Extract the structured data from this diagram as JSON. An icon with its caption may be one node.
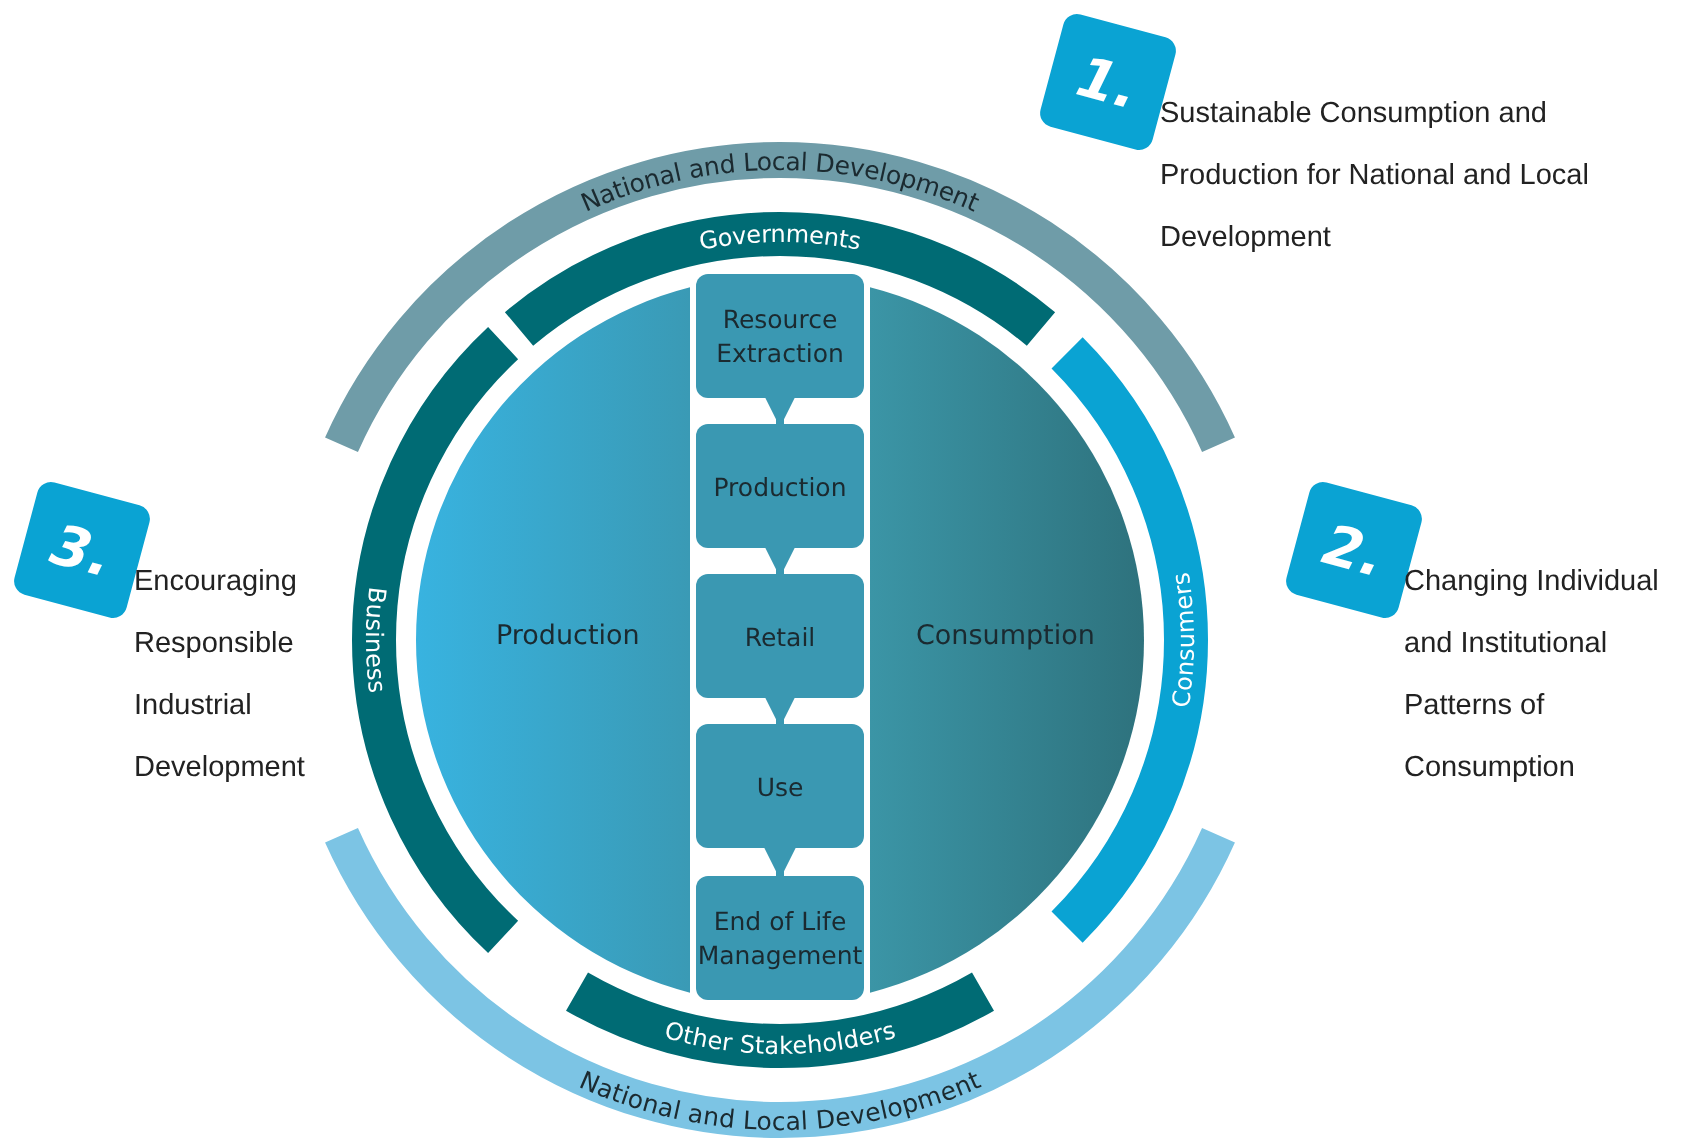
{
  "diagram": {
    "nodes": [
      {
        "text": [
          "1.",
          "Sustainable Consumption and Production for National and Local Development"
        ]
      },
      {
        "text": [
          "National and Local Development"
        ]
      },
      {
        "text": [
          "Governments"
        ]
      },
      {
        "text": [
          "Resource Extraction"
        ]
      },
      {
        "text": [
          "Production"
        ]
      },
      {
        "text": [
          "Production"
        ]
      },
      {
        "text": [
          "Retail"
        ]
      },
      {
        "text": [
          "Consumption"
        ]
      },
      {
        "text": [
          "3.",
          "Encouraging Responsible Industrial Development"
        ]
      },
      {
        "text": [
          "2.",
          "Changing Individual and Institutional Patterns of Consumption"
        ]
      },
      {
        "text": [
          "Business"
        ]
      },
      {
        "text": [
          "Consumers"
        ]
      },
      {
        "text": [
          "Use"
        ]
      },
      {
        "text": [
          "End of Life Management"
        ]
      },
      {
        "text": [
          "Other Stakeholders"
        ]
      },
      {
        "text": [
          "National and Local Development"
        ]
      }
    ],
    "edges": [
      {
        "from": 3,
        "to": 4,
        "arrow": "to"
      },
      {
        "from": 4,
        "to": 6,
        "arrow": "to"
      },
      {
        "from": 6,
        "to": 12,
        "arrow": "to"
      },
      {
        "from": 12,
        "to": 13,
        "arrow": "to"
      }
    ]
  }
}
